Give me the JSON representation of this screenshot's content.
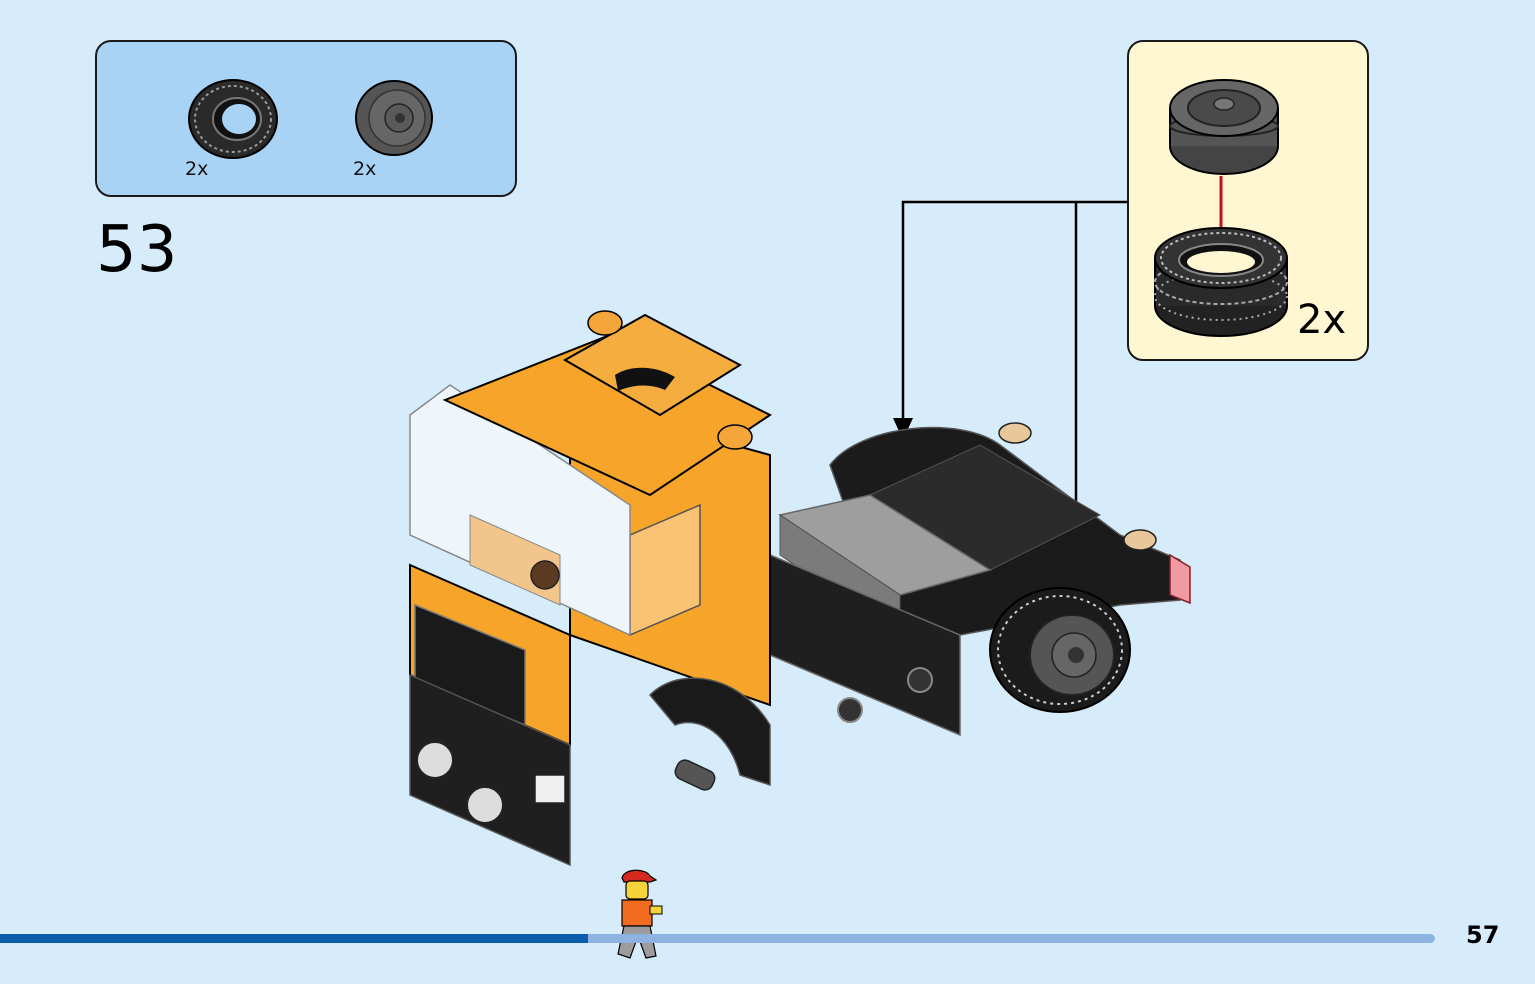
{
  "parts_list": {
    "items": [
      {
        "icon": "tire-icon",
        "qty": "2x"
      },
      {
        "icon": "wheel-rim-icon",
        "qty": "2x"
      }
    ]
  },
  "step": {
    "number": "53"
  },
  "callout": {
    "qty": "2x"
  },
  "page": {
    "number": "57"
  },
  "progress": {
    "fraction": 0.41
  },
  "colors": {
    "background": "#d7ecfb",
    "parts_box": "#a9d3f5",
    "callout_box": "#fff6d2",
    "truck_orange": "#f7a42a",
    "progress_fill": "#0b5cab",
    "progress_track": "#8fb3e0",
    "assembly_arrow": "#c0141c"
  }
}
